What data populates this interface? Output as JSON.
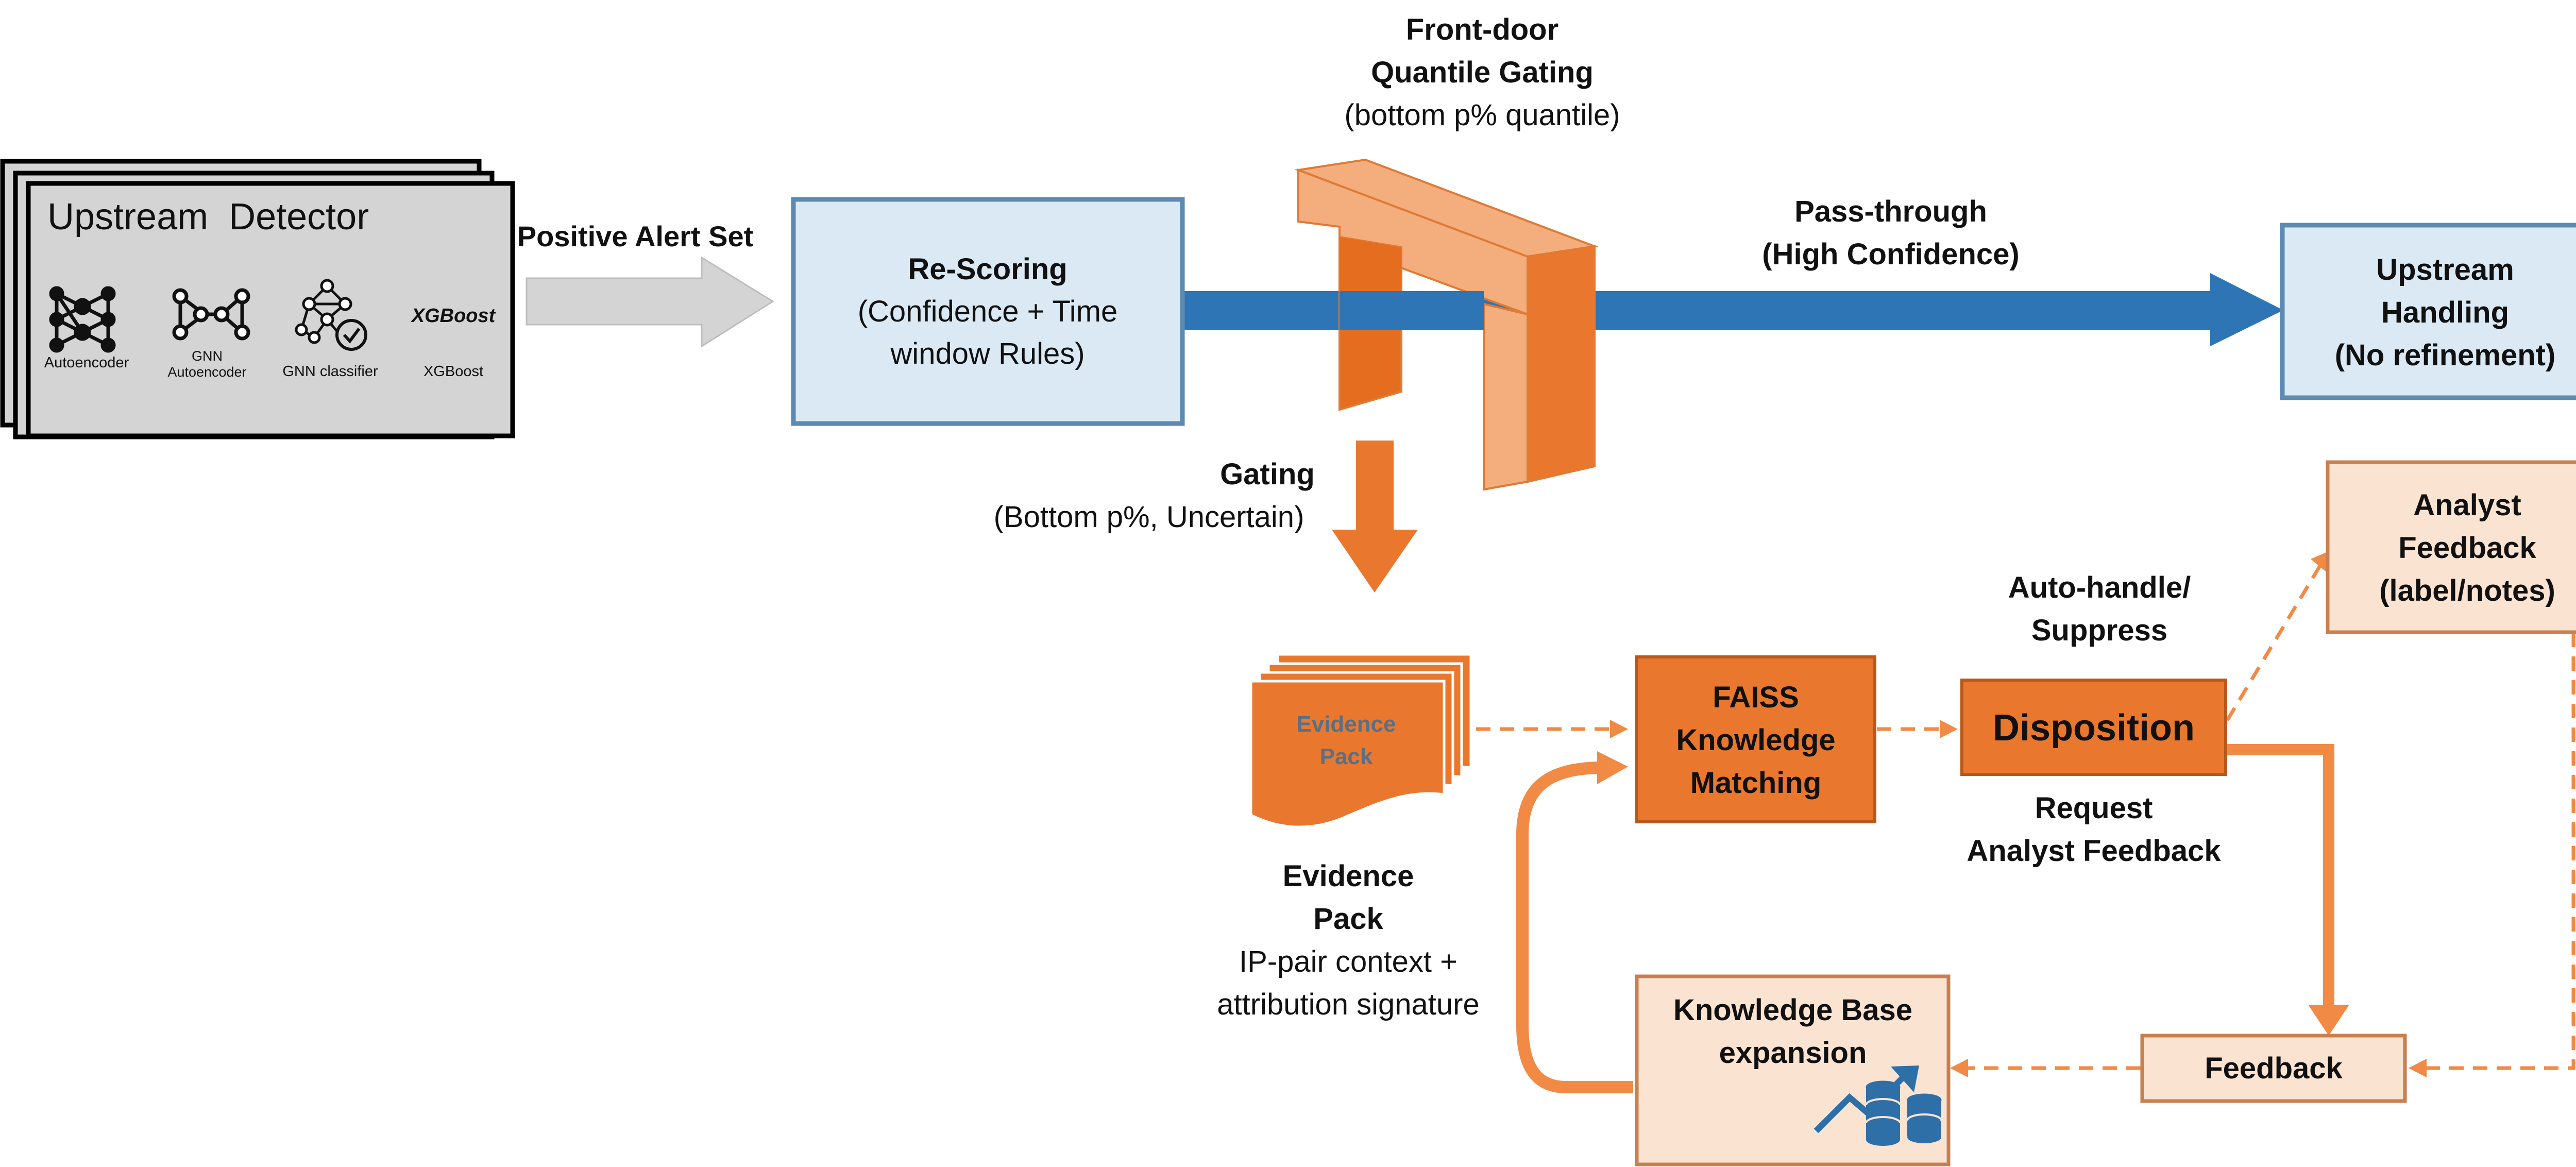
{
  "colors": {
    "detector_fill": "#d4d4d4",
    "light_blue_fill": "#dbe9f4",
    "light_blue_border": "#5d8ab0",
    "blue_arrow": "#2e75b6",
    "orange_dark": "#e9782e",
    "orange_light": "#f4ae7e",
    "orange_pale": "#fbe3d1",
    "orange_border": "#c97f4f",
    "gray_arrow": "#d4d4d4",
    "db_icon": "#2e6fa8",
    "text_dark": "#111111",
    "evidence_text": "#596f86"
  },
  "detector": {
    "title": "Upstream  Detector",
    "models": [
      {
        "icon": "autoencoder-icon",
        "label": "Autoencoder"
      },
      {
        "icon": "gnn-autoencoder-icon",
        "label_line1": "GNN",
        "label_line2": "Autoencoder"
      },
      {
        "icon": "gnn-classifier-icon",
        "label": "GNN classifier"
      },
      {
        "icon_text": "XGBoost",
        "label": "XGBoost"
      }
    ]
  },
  "positive_alert_label": "Positive Alert Set",
  "rescoring": {
    "title": "Re-Scoring",
    "line1": "(Confidence + Time",
    "line2": "window Rules)"
  },
  "front_door": {
    "line1": "Front-door",
    "line2": "Quantile Gating",
    "line3": "(bottom p% quantile)"
  },
  "pass_through": {
    "line1": "Pass-through",
    "line2": "(High Confidence)"
  },
  "upstream_handling": {
    "line1": "Upstream",
    "line2": "Handling",
    "line3": "(No refinement)"
  },
  "gating": {
    "line1": "Gating",
    "line2": "(Bottom p%, Uncertain)"
  },
  "evidence_icon": {
    "line1": "Evidence",
    "line2": "Pack"
  },
  "evidence_caption": {
    "line1": "Evidence",
    "line2": "Pack",
    "line3": "IP-pair context +",
    "line4": "attribution signature"
  },
  "faiss": {
    "line1": "FAISS",
    "line2": "Knowledge",
    "line3": "Matching"
  },
  "disposition": "Disposition",
  "auto_handle": {
    "line1": "Auto-handle/",
    "line2": "Suppress"
  },
  "request_feedback": {
    "line1": "Request",
    "line2": "Analyst Feedback"
  },
  "analyst_feedback": {
    "line1": "Analyst",
    "line2": "Feedback",
    "line3": "(label/notes)"
  },
  "feedback": "Feedback",
  "kb_expansion": {
    "line1": "Knowledge Base",
    "line2": "expansion",
    "icon": "database-growth-icon"
  }
}
